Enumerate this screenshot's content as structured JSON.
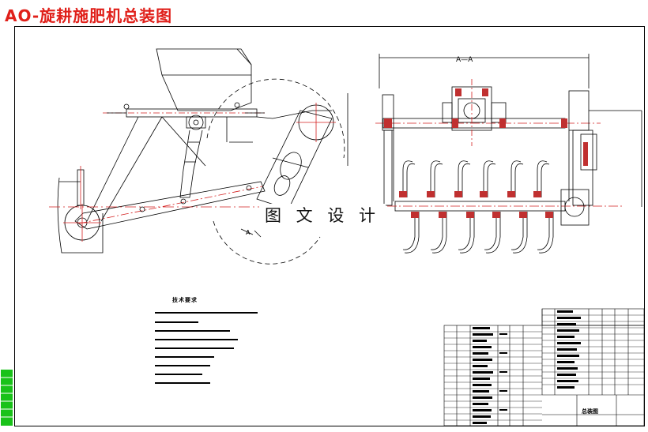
{
  "drawing": {
    "title": "AO-旋耕施肥机总装图",
    "watermark": "图 文 设 计",
    "section_label": "A—A",
    "view_label": "A",
    "notes_title": "技术要求",
    "note_count": 9,
    "titleblock_name": "总装图"
  },
  "colors": {
    "title": "#e0201a",
    "line": "#000000",
    "centerline": "#d42020",
    "hatch": "#c03030",
    "green_stamp": "#19c219"
  }
}
